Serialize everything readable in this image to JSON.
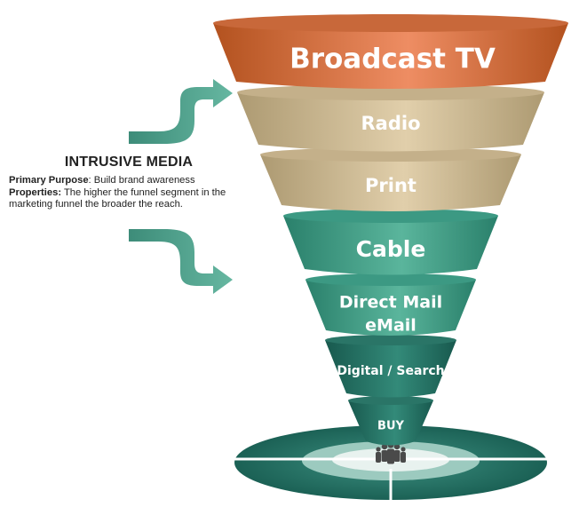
{
  "funnel": {
    "segments": [
      {
        "label": "Broadcast TV",
        "color_top": "#c4622e",
        "color_mid": "#e9865a"
      },
      {
        "label": "Radio",
        "color_top": "#b8a57e",
        "color_mid": "#dcc9a4"
      },
      {
        "label": "Print",
        "color_top": "#b8a57e",
        "color_mid": "#dcc9a4"
      },
      {
        "label": "Cable",
        "color_top": "#2e8a74",
        "color_mid": "#4fae95"
      },
      {
        "label": "Direct Mail",
        "label2": "eMail",
        "color_top": "#2e8a74",
        "color_mid": "#4fae95"
      },
      {
        "label": "Digital / Search",
        "color_top": "#1e665a",
        "color_mid": "#2f8272"
      },
      {
        "label": "BUY",
        "color_top": "#1e665a",
        "color_mid": "#2f8272"
      }
    ],
    "base_color": "#1f6f63",
    "people_icon": "group-people-icon"
  },
  "annotation": {
    "title": "INTRUSIVE MEDIA",
    "purpose_label": "Primary Purpose",
    "purpose_text": ": Build brand awareness",
    "properties_label": "Properties:",
    "properties_text": " The higher the funnel segment in the marketing funnel the broader the reach."
  },
  "arrows": {
    "color": "#4a9a86",
    "icon": "curved-arrow-icon"
  }
}
